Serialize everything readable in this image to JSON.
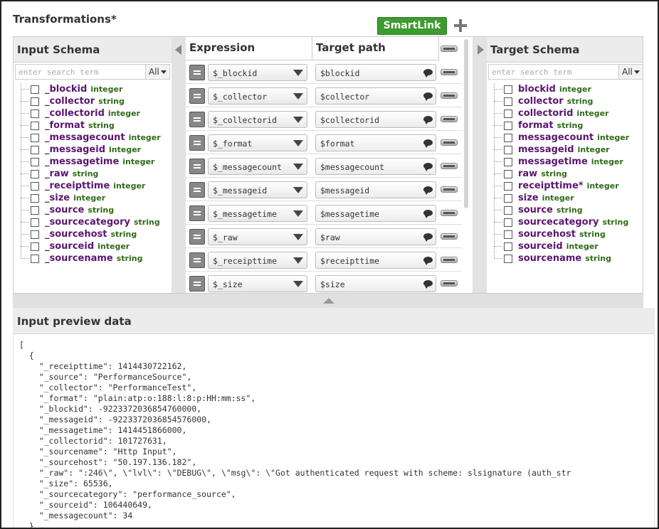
{
  "title": "Transformations*",
  "smartlink_label": "SmartLink",
  "input_schema": {
    "header": "Input Schema",
    "search_placeholder": "enter search term",
    "filter": "All",
    "fields": [
      {
        "name": "_blockid",
        "type": "integer"
      },
      {
        "name": "_collector",
        "type": "string"
      },
      {
        "name": "_collectorid",
        "type": "integer"
      },
      {
        "name": "_format",
        "type": "string"
      },
      {
        "name": "_messagecount",
        "type": "integer"
      },
      {
        "name": "_messageid",
        "type": "integer"
      },
      {
        "name": "_messagetime",
        "type": "integer"
      },
      {
        "name": "_raw",
        "type": "string"
      },
      {
        "name": "_receipttime",
        "type": "integer"
      },
      {
        "name": "_size",
        "type": "integer"
      },
      {
        "name": "_source",
        "type": "string"
      },
      {
        "name": "_sourcecategory",
        "type": "string"
      },
      {
        "name": "_sourcehost",
        "type": "string"
      },
      {
        "name": "_sourceid",
        "type": "integer"
      },
      {
        "name": "_sourcename",
        "type": "string"
      }
    ]
  },
  "mapping": {
    "expression_header": "Expression",
    "target_path_header": "Target path",
    "rows": [
      {
        "expression": "$_blockid",
        "target": "$blockid"
      },
      {
        "expression": "$_collector",
        "target": "$collector"
      },
      {
        "expression": "$_collectorid",
        "target": "$collectorid"
      },
      {
        "expression": "$_format",
        "target": "$format"
      },
      {
        "expression": "$_messagecount",
        "target": "$messagecount"
      },
      {
        "expression": "$_messageid",
        "target": "$messageid"
      },
      {
        "expression": "$_messagetime",
        "target": "$messagetime"
      },
      {
        "expression": "$_raw",
        "target": "$raw"
      },
      {
        "expression": "$_receipttime",
        "target": "$receipttime"
      },
      {
        "expression": "$_size",
        "target": "$size"
      }
    ]
  },
  "target_schema": {
    "header": "Target Schema",
    "search_placeholder": "enter search term",
    "filter": "All",
    "fields": [
      {
        "name": "blockid",
        "type": "integer"
      },
      {
        "name": "collector",
        "type": "string"
      },
      {
        "name": "collectorid",
        "type": "integer"
      },
      {
        "name": "format",
        "type": "string"
      },
      {
        "name": "messagecount",
        "type": "integer"
      },
      {
        "name": "messageid",
        "type": "integer"
      },
      {
        "name": "messagetime",
        "type": "integer"
      },
      {
        "name": "raw",
        "type": "string"
      },
      {
        "name": "receipttime*",
        "type": "integer"
      },
      {
        "name": "size",
        "type": "integer"
      },
      {
        "name": "source",
        "type": "string"
      },
      {
        "name": "sourcecategory",
        "type": "string"
      },
      {
        "name": "sourcehost",
        "type": "string"
      },
      {
        "name": "sourceid",
        "type": "integer"
      },
      {
        "name": "sourcename",
        "type": "string"
      }
    ]
  },
  "preview": {
    "header": "Input preview data",
    "lines": [
      "[",
      "  {",
      "    \"_receipttime\": 1414430722162,",
      "    \"_source\": \"PerformanceSource\",",
      "    \"_collector\": \"PerformanceTest\",",
      "    \"_format\": \"plain:atp:o:188:l:8:p:HH:mm:ss\",",
      "    \"_blockid\": -9223372036854760000,",
      "    \"_messageid\": -9223372036854576000,",
      "    \"_messagetime\": 1414451866000,",
      "    \"_collectorid\": 101727631,",
      "    \"_sourcename\": \"Http Input\",",
      "    \"_sourcehost\": \"50.197.136.182\",",
      "    \"_raw\": \":246\\\", \\\"lvl\\\": \\\"DEBUG\\\", \\\"msg\\\": \\\"Got authenticated request with scheme: slsignature (auth_str",
      "    \"_size\": 65536,",
      "    \"_sourcecategory\": \"performance_source\",",
      "    \"_sourceid\": 106440649,",
      "    \"_messagecount\": 34",
      "  }"
    ]
  }
}
